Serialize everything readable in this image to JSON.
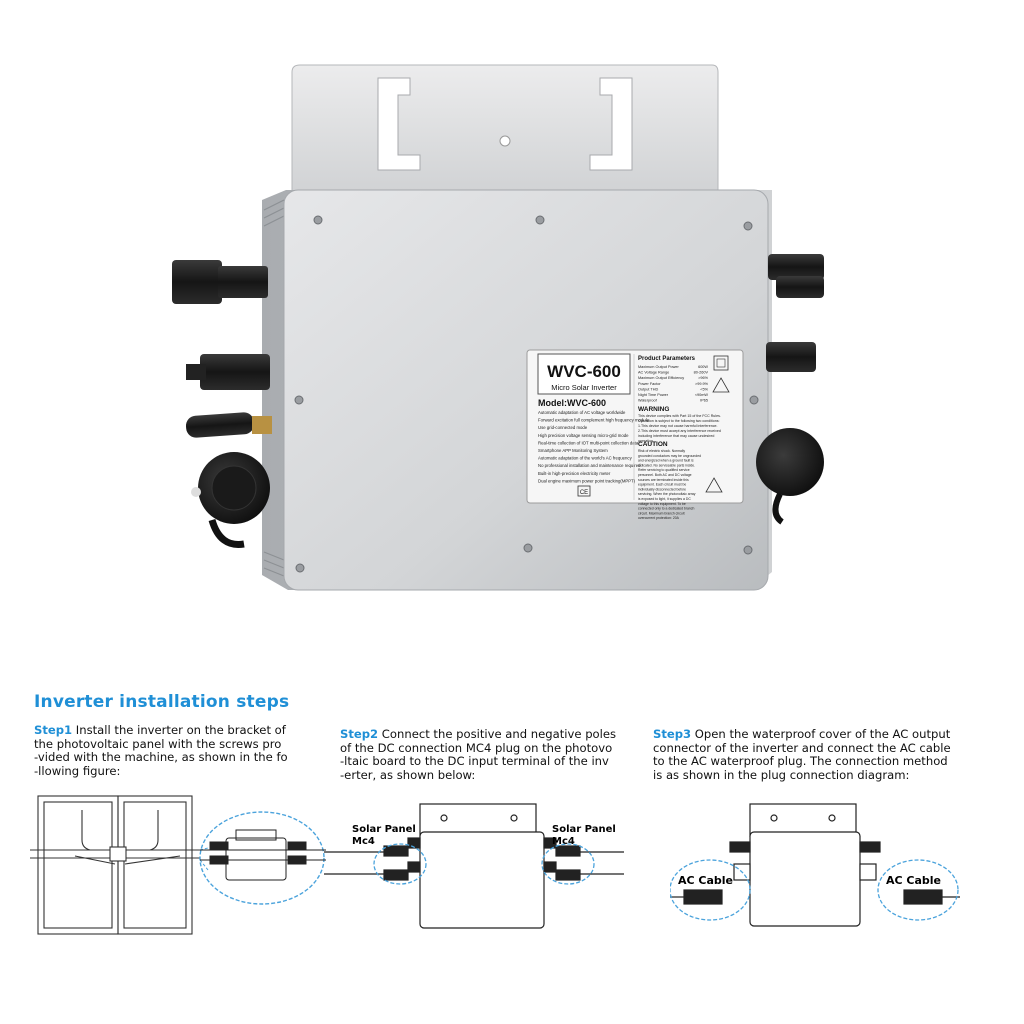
{
  "product": {
    "label_title": "WVC-600",
    "label_subtitle": "Micro Solar Inverter",
    "model_line": "Model:WVC-600",
    "features": [
      "Automatic adaptation of AC voltage worldwide",
      "Forward excitation full complement high frequency module",
      "Use grid-connected mode",
      "High precision voltage sensing micro-grid mode",
      "Real-time collection of IOT multi-point collection data",
      "Smartphone APP Monitoring System",
      "Automatic adaptation of the world's AC frequency",
      "No professional installation and maintenance required",
      "Built-in high-precision electricity meter",
      "Dual engine maximum power point tracking(MPPT)"
    ],
    "params_title": "Product Parameters",
    "params": [
      {
        "k": "Maximum Output Power",
        "v": "600W"
      },
      {
        "k": "AC Voltage Range",
        "v": "80-260V"
      },
      {
        "k": "Maximum Output Efficiency",
        "v": ">96%"
      },
      {
        "k": "Power Factor",
        "v": ">99.9%"
      },
      {
        "k": "Output THD",
        "v": "<5%"
      },
      {
        "k": "Night Time Power",
        "v": "<90mW"
      },
      {
        "k": "Waterproof",
        "v": "IP65"
      }
    ],
    "warning_title": "WARNING",
    "warning_text": "This device complies with Part 15 of the FCC Rules. Operation is subject to the following two conditions: 1.This device may not cause harmful interference. 2.This device must accept any interference received including interference that may cause undesired operation.",
    "caution_title": "CAUTION",
    "caution_text": "Risk of electric shock. Normally grounded conductors may be ungrounded and energized when a ground fault is indicated. No serviceable parts inside. Refer servicing to qualified service personnel. Both AC and DC voltage sources are terminated inside this equipment. Each circuit must be individually disconnected before servicing. When the photovoltaic array is exposed to light, it supplies a DC voltage to this equipment. To be connected only to a dedicated branch circuit. Maximum branch circuit overcurrent protection: 20A",
    "ce_mark": "CE",
    "colors": {
      "body": "#d6d8da",
      "plate": "#e3e4e6",
      "label": "#f4f4f4"
    }
  },
  "instructions": {
    "heading": "Inverter installation steps",
    "steps": [
      {
        "key": "Step1",
        "lines": [
          " Install the inverter on the bracket of",
          "the photovoltaic panel with the screws pro",
          "-vided with the machine, as shown in the fo",
          "-llowing figure:"
        ]
      },
      {
        "key": "Step2",
        "lines": [
          " Connect the positive and negative poles",
          "of the DC connection MC4 plug on the photovo",
          "-ltaic board to the DC input terminal of the inv",
          "-erter, as shown below:"
        ]
      },
      {
        "key": "Step3",
        "lines": [
          " Open the waterproof cover of the AC output",
          "connector of the inverter and connect the AC cable",
          "to the AC waterproof plug. The connection method",
          "is as shown in the plug connection diagram:"
        ]
      }
    ],
    "diagram2": {
      "left_label_1": "Solar Panel",
      "left_label_2": "Mc4",
      "right_label_1": "Solar Panel",
      "right_label_2": "Mc4"
    },
    "diagram3": {
      "left_label": "AC Cable",
      "right_label": "AC Cable"
    },
    "accent": "#1f8fd6"
  }
}
